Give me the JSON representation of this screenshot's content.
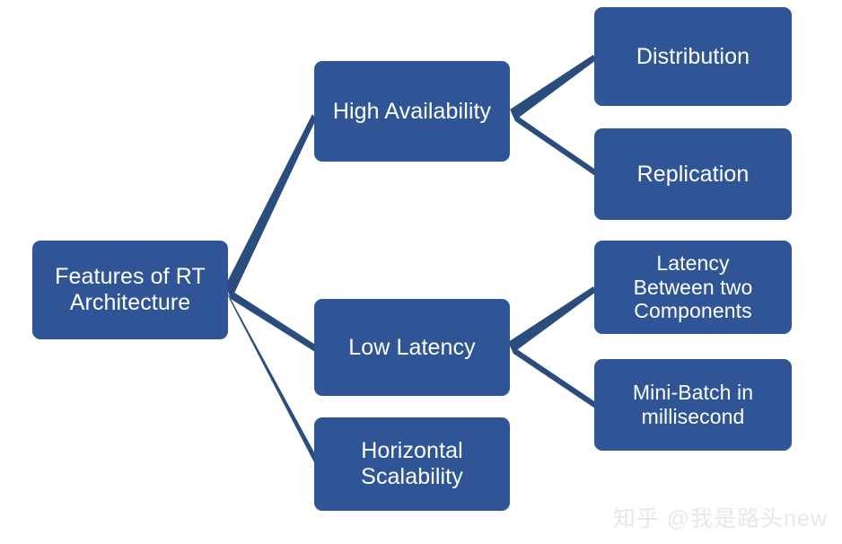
{
  "diagram": {
    "type": "hierarchy-tree",
    "orientation": "left-to-right",
    "colors": {
      "node_fill": "#2f5597",
      "node_text": "#ffffff",
      "connector": "#2a4d7e",
      "background": "#ffffff",
      "watermark_text": "#e8e8e8"
    },
    "root": {
      "label": "Features of RT\nArchitecture"
    },
    "level1": [
      {
        "label": "High Availability"
      },
      {
        "label": "Low Latency"
      },
      {
        "label": "Horizontal\nScalability"
      }
    ],
    "level2_high_availability": [
      {
        "label": "Distribution"
      },
      {
        "label": "Replication"
      }
    ],
    "level2_low_latency": [
      {
        "label": "Latency\nBetween two\nComponents"
      },
      {
        "label": "Mini-Batch in\nmillisecond"
      }
    ]
  },
  "watermark": {
    "text": "知乎 @我是路头new"
  }
}
